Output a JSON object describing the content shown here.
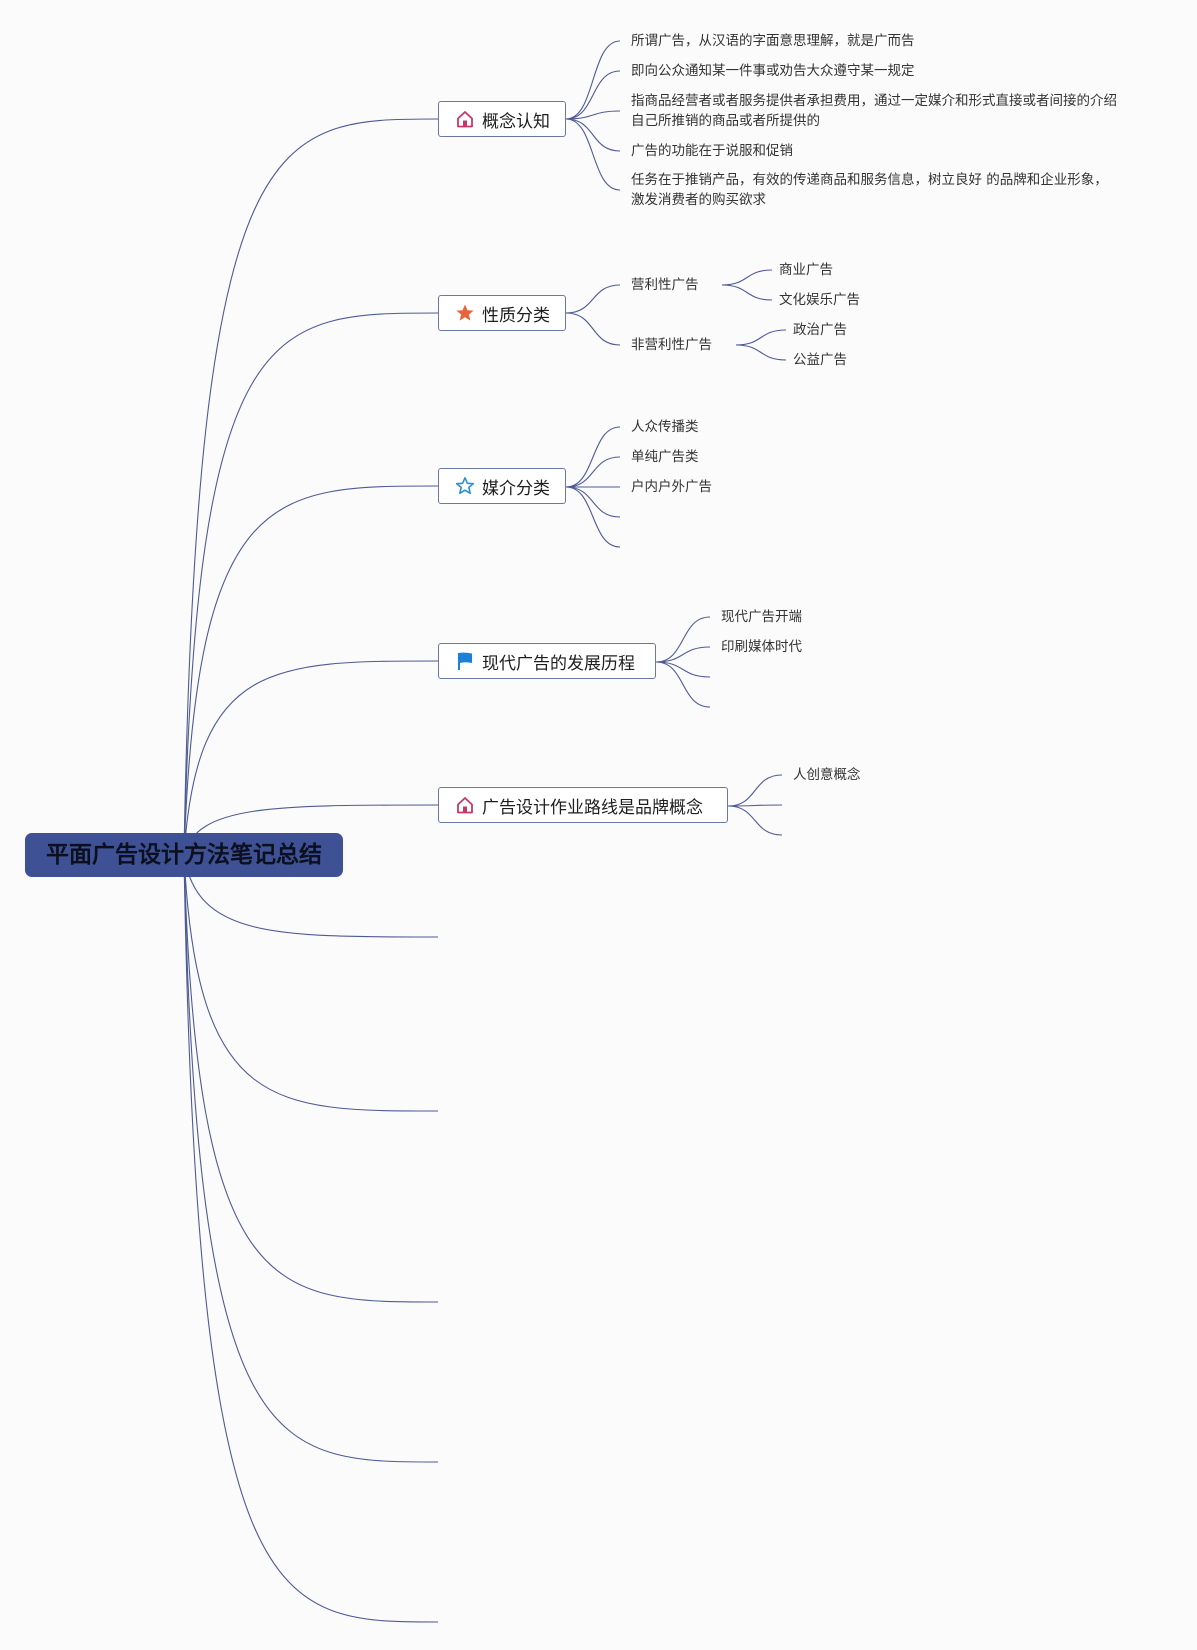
{
  "root": {
    "title": "平面广告设计方法笔记总结"
  },
  "branches": [
    {
      "label": "概念认知",
      "icon": "house-icon",
      "children": [
        "所谓广告，从汉语的字面意思理解，就是广而告",
        "即向公众通知某一件事或劝告大众遵守某一规定",
        "指商品经营者或者服务提供者承担费用，通过一定媒介和形式直接或者间接的介绍自己所推销的商品或者所提供的",
        "广告的功能在于说服和促销",
        "任务在于推销产品，有效的传递商品和服务信息，树立良好 的品牌和企业形象，激发消费者的购买欲求"
      ]
    },
    {
      "label": "性质分类",
      "icon": "star-filled-icon",
      "children": [
        {
          "label": "营利性广告",
          "children": [
            "商业广告",
            "文化娱乐广告"
          ]
        },
        {
          "label": "非营利性广告",
          "children": [
            "政治广告",
            "公益广告"
          ]
        }
      ]
    },
    {
      "label": "媒介分类",
      "icon": "star-outline-icon",
      "children": [
        "人众传播类",
        "单纯广告类",
        "户内户外广告",
        "",
        ""
      ]
    },
    {
      "label": "现代广告的发展历程",
      "icon": "flag-icon",
      "children": [
        "现代广告开端",
        "印刷媒体时代",
        "",
        ""
      ]
    },
    {
      "label": "广告设计作业路线是品牌概念",
      "icon": "house-icon",
      "children": [
        "人创意概念",
        "",
        ""
      ]
    }
  ],
  "colors": {
    "root_fill": "#3e5194",
    "line": "#4d5b95",
    "house_icon": "#c5386a",
    "star_filled_icon": "#e8643a",
    "star_outline_icon": "#2a8fd8",
    "flag_icon": "#1c7fd8"
  }
}
